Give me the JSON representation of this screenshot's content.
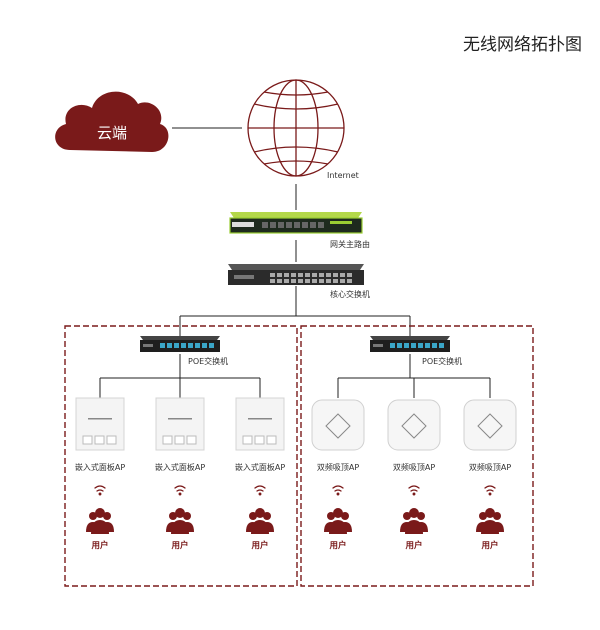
{
  "title": "无线网络拓扑图",
  "cloud": {
    "label": "云端"
  },
  "internet": {
    "label": "Internet"
  },
  "router": {
    "label": "网关主路由"
  },
  "core_switch": {
    "label": "核心交换机"
  },
  "groups": [
    {
      "switch_label": "POE交换机",
      "aps": [
        {
          "label": "嵌入式面板AP",
          "type": "panel"
        },
        {
          "label": "嵌入式面板AP",
          "type": "panel"
        },
        {
          "label": "嵌入式面板AP",
          "type": "panel"
        }
      ]
    },
    {
      "switch_label": "POE交换机",
      "aps": [
        {
          "label": "双频吸顶AP",
          "type": "ceiling"
        },
        {
          "label": "双频吸顶AP",
          "type": "ceiling"
        },
        {
          "label": "双频吸顶AP",
          "type": "ceiling"
        }
      ]
    }
  ],
  "user_label": "用户",
  "colors": {
    "accent": "#7a1a1a",
    "line": "#222222",
    "router_green": "#9acd32"
  }
}
